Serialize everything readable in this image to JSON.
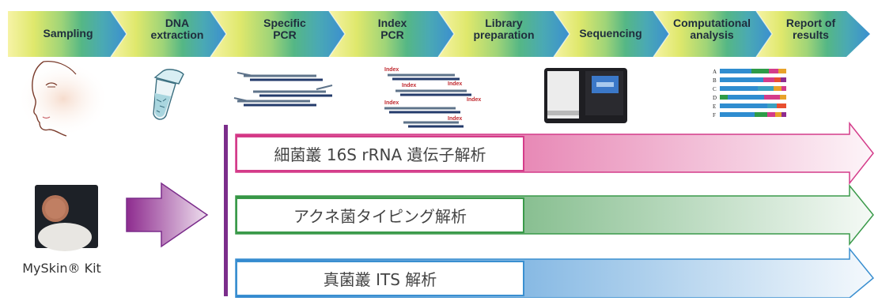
{
  "workflow": {
    "steps": [
      {
        "line1": "Sampling",
        "line2": ""
      },
      {
        "line1": "DNA",
        "line2": "extraction"
      },
      {
        "line1": "Specific",
        "line2": "PCR"
      },
      {
        "line1": "Index",
        "line2": "PCR"
      },
      {
        "line1": "Library",
        "line2": "preparation"
      },
      {
        "line1": "Sequencing",
        "line2": ""
      },
      {
        "line1": "Computational",
        "line2": "analysis"
      },
      {
        "line1": "Report of",
        "line2": "results"
      }
    ],
    "index_tag": "Index",
    "report_letters": [
      "A",
      "B",
      "C",
      "D",
      "E",
      "F"
    ]
  },
  "kit": {
    "label": "MySkin® Kit"
  },
  "analyses": [
    {
      "label": "細菌叢 16S rRNA 遺伝子解析",
      "color": "#d43c8a"
    },
    {
      "label": "アクネ菌タイピング解析",
      "color": "#3a9a4a"
    },
    {
      "label": "真菌叢 ITS 解析",
      "color": "#3a8fd0"
    }
  ],
  "colors": {
    "divider": "#7b2d8b",
    "kit_arrow": "#8e2c8f"
  }
}
